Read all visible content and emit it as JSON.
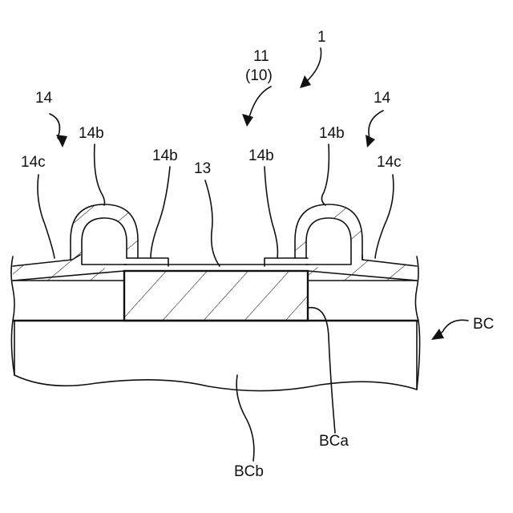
{
  "labels": {
    "ref_1": "1",
    "ref_11": "11",
    "ref_10": "(10)",
    "ref_14_left": "14",
    "ref_14_right": "14",
    "ref_14b_outer_left": "14b",
    "ref_14b_inner_left": "14b",
    "ref_14b_inner_right": "14b",
    "ref_14b_outer_right": "14b",
    "ref_14c_left": "14c",
    "ref_14c_right": "14c",
    "ref_13": "13",
    "ref_BC": "BC",
    "ref_BCa": "BCa",
    "ref_BCb": "BCb"
  },
  "colors": {
    "line": "#111111",
    "background": "#ffffff"
  }
}
